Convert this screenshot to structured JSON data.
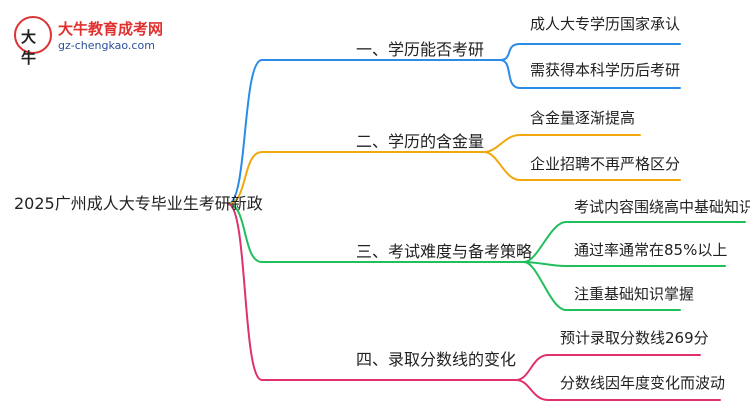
{
  "logo": {
    "name": "大牛教育成考网",
    "url": "gz-chengkao.com",
    "mark": "大牛"
  },
  "root": "2025广州成人大专毕业生考研新政",
  "branches": [
    {
      "label": "一、学历能否考研",
      "color": "#2b8be6",
      "leaves": [
        "成人大专学历国家承认",
        "需获得本科学历后考研"
      ]
    },
    {
      "label": "二、学历的含金量",
      "color": "#f0a80c",
      "leaves": [
        "含金量逐渐提高",
        "企业招聘不再严格区分"
      ]
    },
    {
      "label": "三、考试难度与备考策略",
      "color": "#1fbf5c",
      "leaves": [
        "考试内容围绕高中基础知识",
        "通过率通常在85%以上",
        "注重基础知识掌握"
      ]
    },
    {
      "label": "四、录取分数线的变化",
      "color": "#e0306e",
      "leaves": [
        "预计录取分数线269分",
        "分数线因年度变化而波动"
      ]
    }
  ]
}
